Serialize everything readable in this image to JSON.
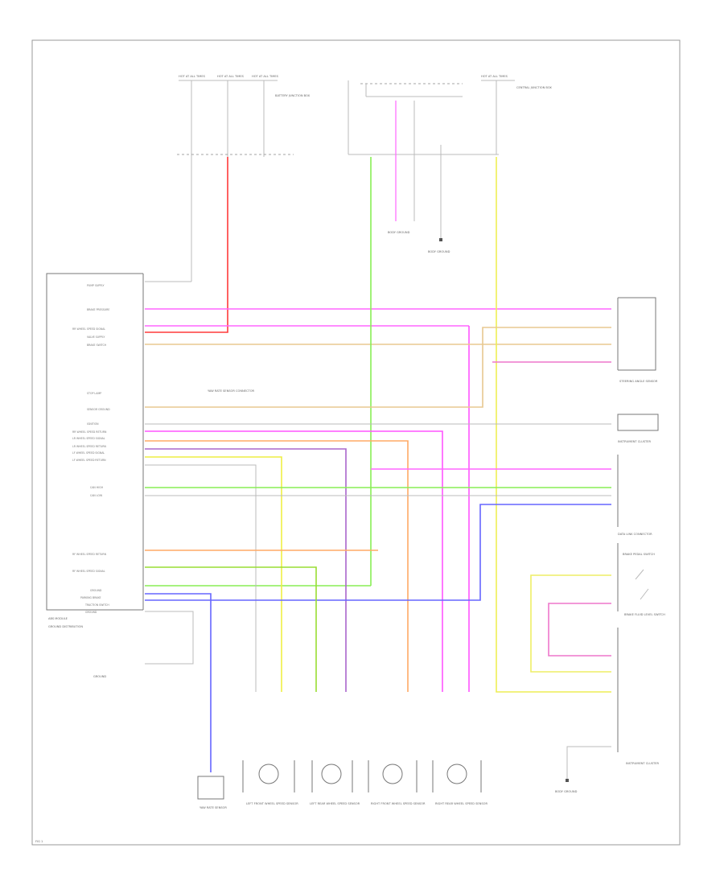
{
  "colors": {
    "frame": "#999999",
    "red": "#ff3a3a",
    "magenta": "#ff55ff",
    "pink": "#ee66cc",
    "green": "#88ee55",
    "lime": "#aaff44",
    "yellow": "#eeee44",
    "tan": "#e8c890",
    "orange": "#ffaa66",
    "blue": "#6666ff",
    "violet": "#bb88ff",
    "gray": "#b8b8b8",
    "dark": "#444444"
  },
  "labels": {
    "hot_fuses_left": [
      "HOT AT ALL TIMES",
      "HOT AT ALL TIMES",
      "HOT AT ALL TIMES"
    ],
    "hot_fuse_right": "HOT AT ALL TIMES",
    "fuse_box_note": "BATTERY JUNCTION BOX",
    "fuse_box_right_note": "CENTRAL JUNCTION BOX",
    "ground_top_mid": "BODY GROUND",
    "ground_top_right": "BODY GROUND",
    "module_name": "ABS MODULE",
    "module_pins": [
      "PUMP SUPPLY",
      "BRAKE PRESSURE",
      "RR WHEEL SPEED SIGNAL",
      "VALVE SUPPLY",
      "BRAKE SWITCH",
      "STOP LAMP",
      "SENSOR GROUND",
      "IGNITION",
      "RR WHEEL SPEED RETURN",
      "LR WHEEL SPEED SIGNAL",
      "LR WHEEL SPEED RETURN",
      "LF WHEEL SPEED SIGNAL",
      "LF WHEEL SPEED RETURN",
      "CAN HIGH",
      "CAN LOW",
      "RF WHEEL SPEED RETURN",
      "RF WHEEL SPEED SIGNAL",
      "GROUND",
      "PARKING BRAKE",
      "TRACTION SWITCH",
      "GROUND"
    ],
    "module_bottom_note": "GROUND DISTRIBUTION",
    "left_ground": "GROUND",
    "yaw_sensor_note": "YAW RATE SENSOR CONNECTOR",
    "steering_sensor": "STEERING ANGLE SENSOR",
    "right_module_a": "INSTRUMENT CLUSTER",
    "right_module_b": "DATA LINK CONNECTOR",
    "brake_switch": "BRAKE PEDAL SWITCH",
    "brake_fluid": "BRAKE FLUID LEVEL SWITCH",
    "instrument_cluster": "INSTRUMENT CLUSTER",
    "wheel_sensors": [
      "LEFT FRONT WHEEL SPEED SENSOR",
      "LEFT REAR WHEEL SPEED SENSOR",
      "RIGHT FRONT WHEEL SPEED SENSOR",
      "RIGHT REAR WHEEL SPEED SENSOR"
    ],
    "yaw_module": "YAW RATE SENSOR",
    "bottom_ground": "BODY GROUND",
    "figure_id": "FIG 1"
  }
}
